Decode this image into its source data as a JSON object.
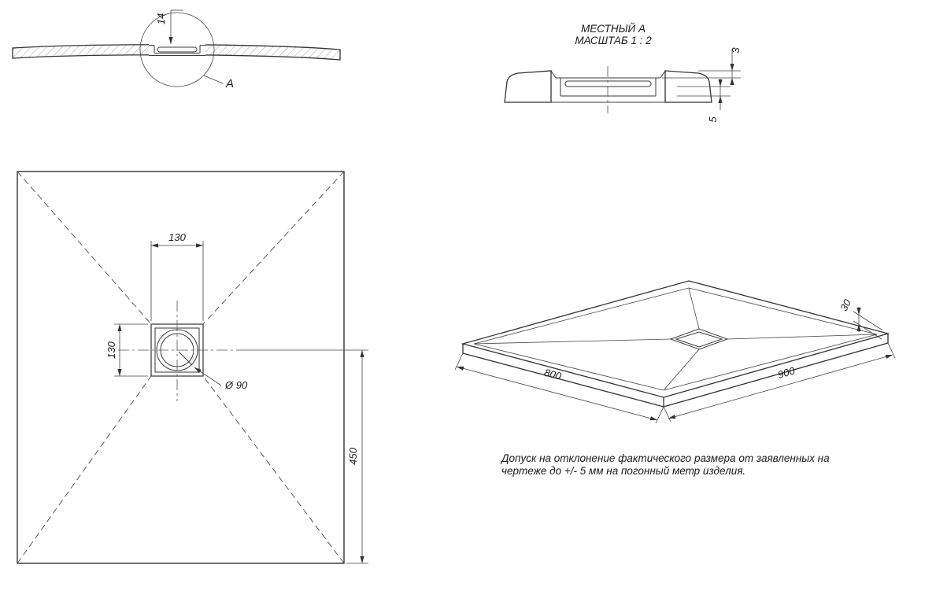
{
  "views": {
    "section": {
      "dim_thickness": "14",
      "detail_label": "A"
    },
    "detail": {
      "title": "МЕСТНЫЙ А",
      "scale": "МАСШТАБ 1 : 2",
      "dim_top": "3",
      "dim_bottom": "5"
    },
    "plan": {
      "dim_drain_width": "130",
      "dim_drain_height": "130",
      "dim_drain_diameter": "Ø 90",
      "dim_center_offset": "450"
    },
    "iso": {
      "dim_side_left": "800",
      "dim_side_right": "900",
      "dim_height": "30"
    }
  },
  "note": {
    "line1": "Допуск на отклонение фактического размера от заявленных на",
    "line2": "чертеже до +/- 5 мм на погонный метр изделия."
  },
  "colors": {
    "line": "#333333",
    "background": "#ffffff"
  }
}
